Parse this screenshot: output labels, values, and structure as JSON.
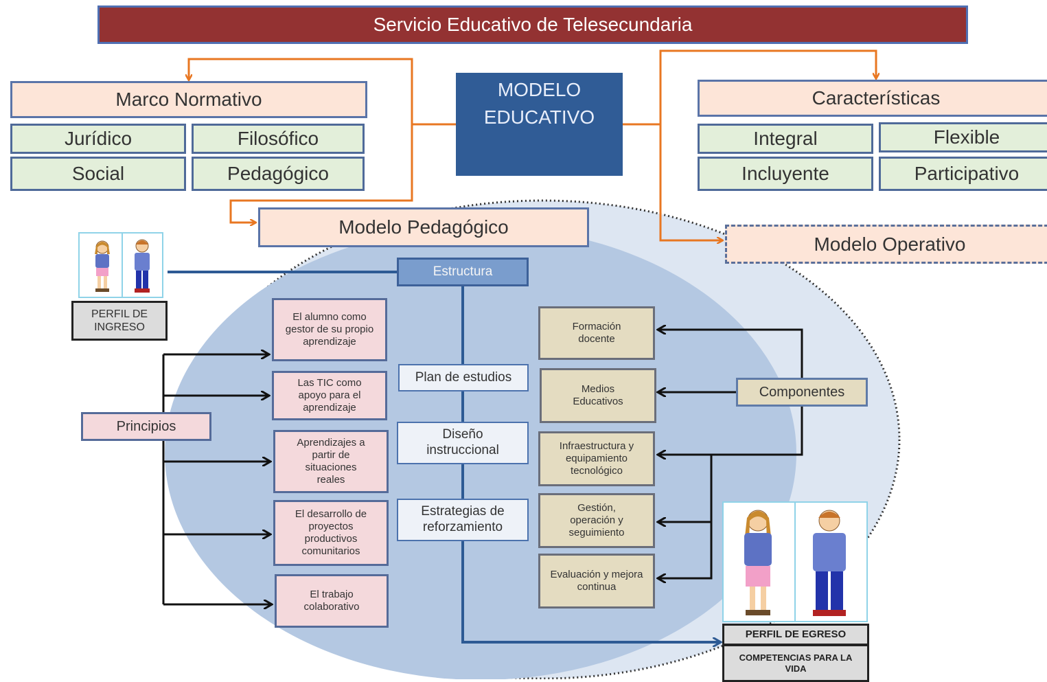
{
  "title": "Servicio Educativo de Telesecundaria",
  "center": {
    "line1": "MODELO",
    "line2": "EDUCATIVO"
  },
  "marco": {
    "header": "Marco Normativo",
    "items": [
      "Jurídico",
      "Filosófico",
      "Social",
      "Pedagógico"
    ]
  },
  "caracteristicas": {
    "header": "Características",
    "items": [
      "Integral",
      "Flexible",
      "Incluyente",
      "Participativo"
    ]
  },
  "modelo_pedagogico": "Modelo Pedagógico",
  "modelo_operativo": "Modelo Operativo",
  "estructura": {
    "label": "Estructura",
    "items": [
      "Plan de estudios",
      "Diseño instruccional",
      "Estrategias de reforzamiento"
    ]
  },
  "principios": {
    "label": "Principios",
    "items": [
      "El alumno como gestor de su propio aprendizaje",
      "Las TIC como apoyo para el aprendizaje",
      "Aprendizajes a partir de situaciones reales",
      "El desarrollo de proyectos productivos comunitarios",
      "El trabajo colaborativo"
    ]
  },
  "componentes": {
    "label": "Componentes",
    "items": [
      "Formación docente",
      "Medios Educativos",
      "Infraestructura y equipamiento tecnológico",
      "Gestión, operación y seguimiento",
      "Evaluación y mejora continua"
    ]
  },
  "perfil_ingreso": "PERFIL DE INGRESO",
  "perfil_egreso": "PERFIL DE EGRESO",
  "competencias": "COMPETENCIAS PARA LA VIDA",
  "colors": {
    "title_bg": "#933232",
    "modelo_bg": "#305c96",
    "orange_connector": "#e87722",
    "peach": "#fde5d8",
    "green": "#e3efda",
    "pink": "#f4d9dc",
    "khaki": "#e4dcc1",
    "ellipse": "#c8d6ea"
  },
  "icons": [
    "girl-figure-icon",
    "boy-figure-icon"
  ]
}
